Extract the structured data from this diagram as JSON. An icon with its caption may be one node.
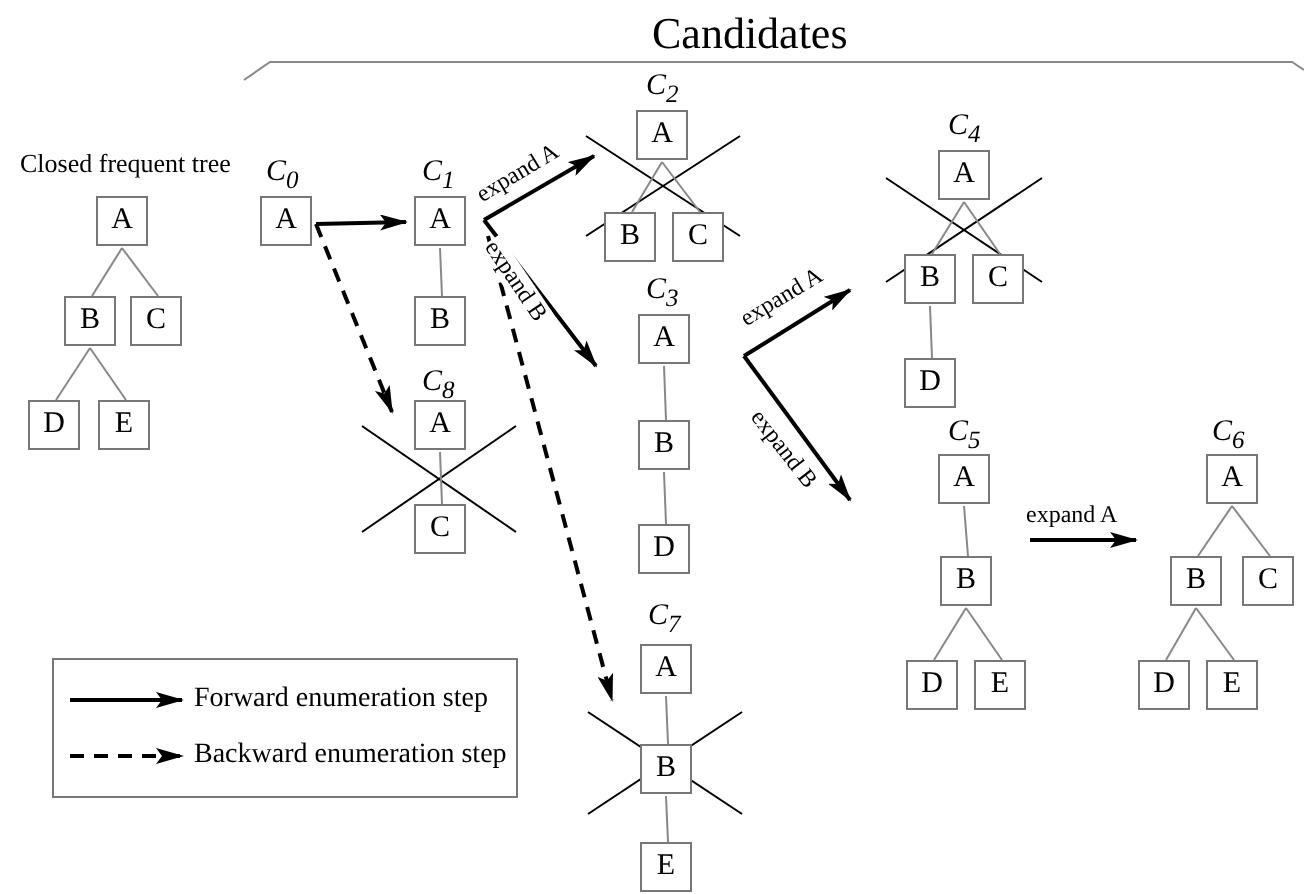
{
  "diagram": {
    "title": "Candidates",
    "nodes": [
      {
        "text": [
          "Closed frequent tree"
        ]
      },
      {
        "text": [
          "A"
        ],
        "in": 0
      },
      {
        "text": [
          "B"
        ],
        "in": 0
      },
      {
        "text": [
          "C"
        ],
        "in": 0
      },
      {
        "text": [
          "D"
        ],
        "in": 0
      },
      {
        "text": [
          "E"
        ],
        "in": 0
      },
      {
        "text": [
          "C$_{0}$"
        ]
      },
      {
        "text": [
          "A"
        ],
        "in": 6
      },
      {
        "text": [
          "C$_{1}$"
        ]
      },
      {
        "text": [
          "A"
        ],
        "in": 8
      },
      {
        "text": [
          "B"
        ],
        "in": 8
      },
      {
        "text": [
          "C$_{2}$"
        ]
      },
      {
        "text": [
          "A"
        ],
        "in": 11
      },
      {
        "text": [
          "B"
        ],
        "in": 11
      },
      {
        "text": [
          "C"
        ],
        "in": 11
      },
      {
        "text": [
          "C$_{3}$"
        ]
      },
      {
        "text": [
          "A"
        ],
        "in": 15
      },
      {
        "text": [
          "B"
        ],
        "in": 15
      },
      {
        "text": [
          "D"
        ],
        "in": 15
      },
      {
        "text": [
          "C$_{4}$"
        ]
      },
      {
        "text": [
          "A"
        ],
        "in": 19
      },
      {
        "text": [
          "B"
        ],
        "in": 19
      },
      {
        "text": [
          "C"
        ],
        "in": 19
      },
      {
        "text": [
          "D"
        ],
        "in": 19
      },
      {
        "text": [
          "C$_{5}$"
        ]
      },
      {
        "text": [
          "A"
        ],
        "in": 24
      },
      {
        "text": [
          "B"
        ],
        "in": 24
      },
      {
        "text": [
          "D"
        ],
        "in": 24
      },
      {
        "text": [
          "E"
        ],
        "in": 24
      },
      {
        "text": [
          "C$_{6}$"
        ]
      },
      {
        "text": [
          "A"
        ],
        "in": 29
      },
      {
        "text": [
          "B"
        ],
        "in": 29
      },
      {
        "text": [
          "C"
        ],
        "in": 29
      },
      {
        "text": [
          "D"
        ],
        "in": 29
      },
      {
        "text": [
          "E"
        ],
        "in": 29
      },
      {
        "text": [
          "C$_{7}$"
        ]
      },
      {
        "text": [
          "A"
        ],
        "in": 35
      },
      {
        "text": [
          "B"
        ],
        "in": 35
      },
      {
        "text": [
          "E"
        ],
        "in": 35
      },
      {
        "text": [
          "C$_{8}$"
        ]
      },
      {
        "text": [
          "A"
        ],
        "in": 39
      },
      {
        "text": [
          "C"
        ],
        "in": 39
      }
    ],
    "edges": [
      {
        "from": 1,
        "to": 2,
        "arrow": "none"
      },
      {
        "from": 1,
        "to": 3,
        "arrow": "none"
      },
      {
        "from": 2,
        "to": 4,
        "arrow": "none"
      },
      {
        "from": 2,
        "to": 5,
        "arrow": "none"
      },
      {
        "from": 9,
        "to": 10,
        "arrow": "none"
      },
      {
        "from": 12,
        "to": 13,
        "arrow": "none"
      },
      {
        "from": 12,
        "to": 14,
        "arrow": "none"
      },
      {
        "from": 16,
        "to": 17,
        "arrow": "none"
      },
      {
        "from": 17,
        "to": 18,
        "arrow": "none"
      },
      {
        "from": 20,
        "to": 21,
        "arrow": "none"
      },
      {
        "from": 20,
        "to": 22,
        "arrow": "none"
      },
      {
        "from": 21,
        "to": 23,
        "arrow": "none"
      },
      {
        "from": 25,
        "to": 26,
        "arrow": "none"
      },
      {
        "from": 26,
        "to": 27,
        "arrow": "none"
      },
      {
        "from": 26,
        "to": 28,
        "arrow": "none"
      },
      {
        "from": 30,
        "to": 31,
        "arrow": "none"
      },
      {
        "from": 30,
        "to": 32,
        "arrow": "none"
      },
      {
        "from": 31,
        "to": 33,
        "arrow": "none"
      },
      {
        "from": 31,
        "to": 34,
        "arrow": "none"
      },
      {
        "from": 36,
        "to": 37,
        "arrow": "none"
      },
      {
        "from": 37,
        "to": 38,
        "arrow": "none"
      },
      {
        "from": 40,
        "to": 41,
        "arrow": "none"
      },
      {
        "from": 6,
        "to": 8,
        "arrow": "to",
        "color": "#000000"
      },
      {
        "from": 6,
        "to": 39,
        "arrow": "to",
        "style": "dashed",
        "color": "#000000"
      },
      {
        "from": 8,
        "to": 11,
        "arrow": "to",
        "label": "expand A",
        "color": "#000000"
      },
      {
        "from": 8,
        "to": 15,
        "arrow": "to",
        "label": "expand B",
        "color": "#000000"
      },
      {
        "from": 8,
        "to": 35,
        "arrow": "to",
        "style": "dashed",
        "color": "#000000"
      },
      {
        "from": 15,
        "to": 19,
        "arrow": "to",
        "label": "expand A",
        "color": "#000000"
      },
      {
        "from": 15,
        "to": 24,
        "arrow": "to",
        "label": "expand B",
        "color": "#000000"
      },
      {
        "from": 24,
        "to": 29,
        "arrow": "to",
        "label": "expand A",
        "color": "#000000"
      }
    ],
    "legend": [
      {
        "text": "Forward enumeration step"
      },
      {
        "text": "Backward enumeration step"
      }
    ]
  }
}
